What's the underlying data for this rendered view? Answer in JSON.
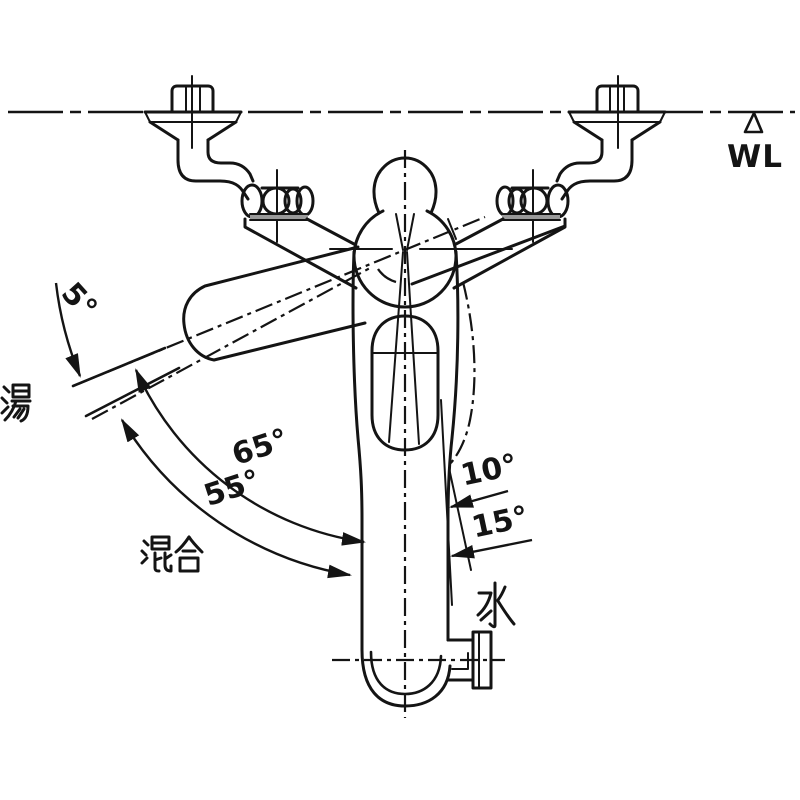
{
  "diagram": {
    "title": "single-lever-faucet-handle-rotation-diagram",
    "labels": {
      "waterline": "WL",
      "hot": "湯",
      "mix": "混合",
      "cold": "水",
      "angle_5": "5°",
      "angle_65": "65°",
      "angle_55": "55°",
      "angle_10": "10°",
      "angle_15": "15°"
    },
    "colors": {
      "line": "#141414",
      "background": "#ffffff"
    }
  }
}
